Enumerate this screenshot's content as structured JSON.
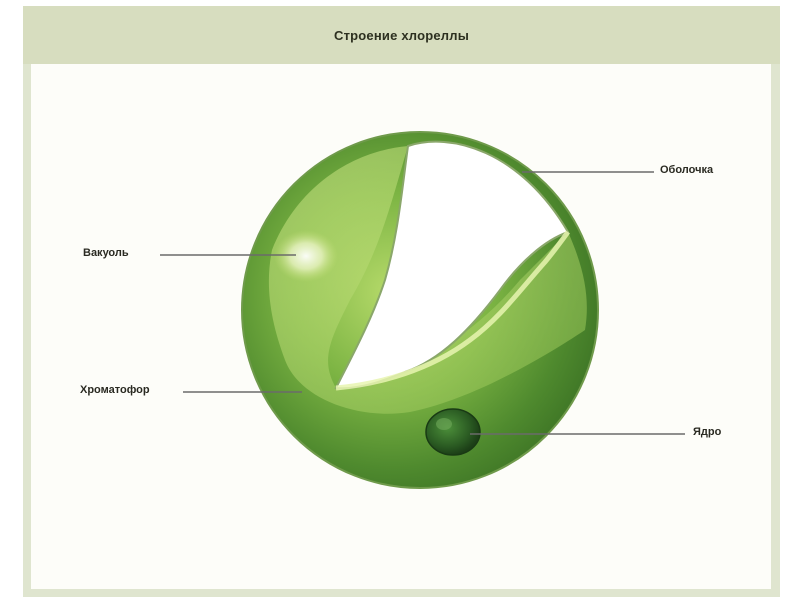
{
  "title": "Строение хлореллы",
  "labels": {
    "membrane": "Оболочка",
    "vacuole": "Вакуоль",
    "chromatophore": "Хроматофор",
    "nucleus": "Ядро"
  },
  "colors": {
    "title_bar": "#d7ddbf",
    "frame": "#dfe5cf",
    "cell_dark": "#4f8a2e",
    "cell_light": "#a9d15a",
    "leader_line": "#6b6b6b"
  }
}
